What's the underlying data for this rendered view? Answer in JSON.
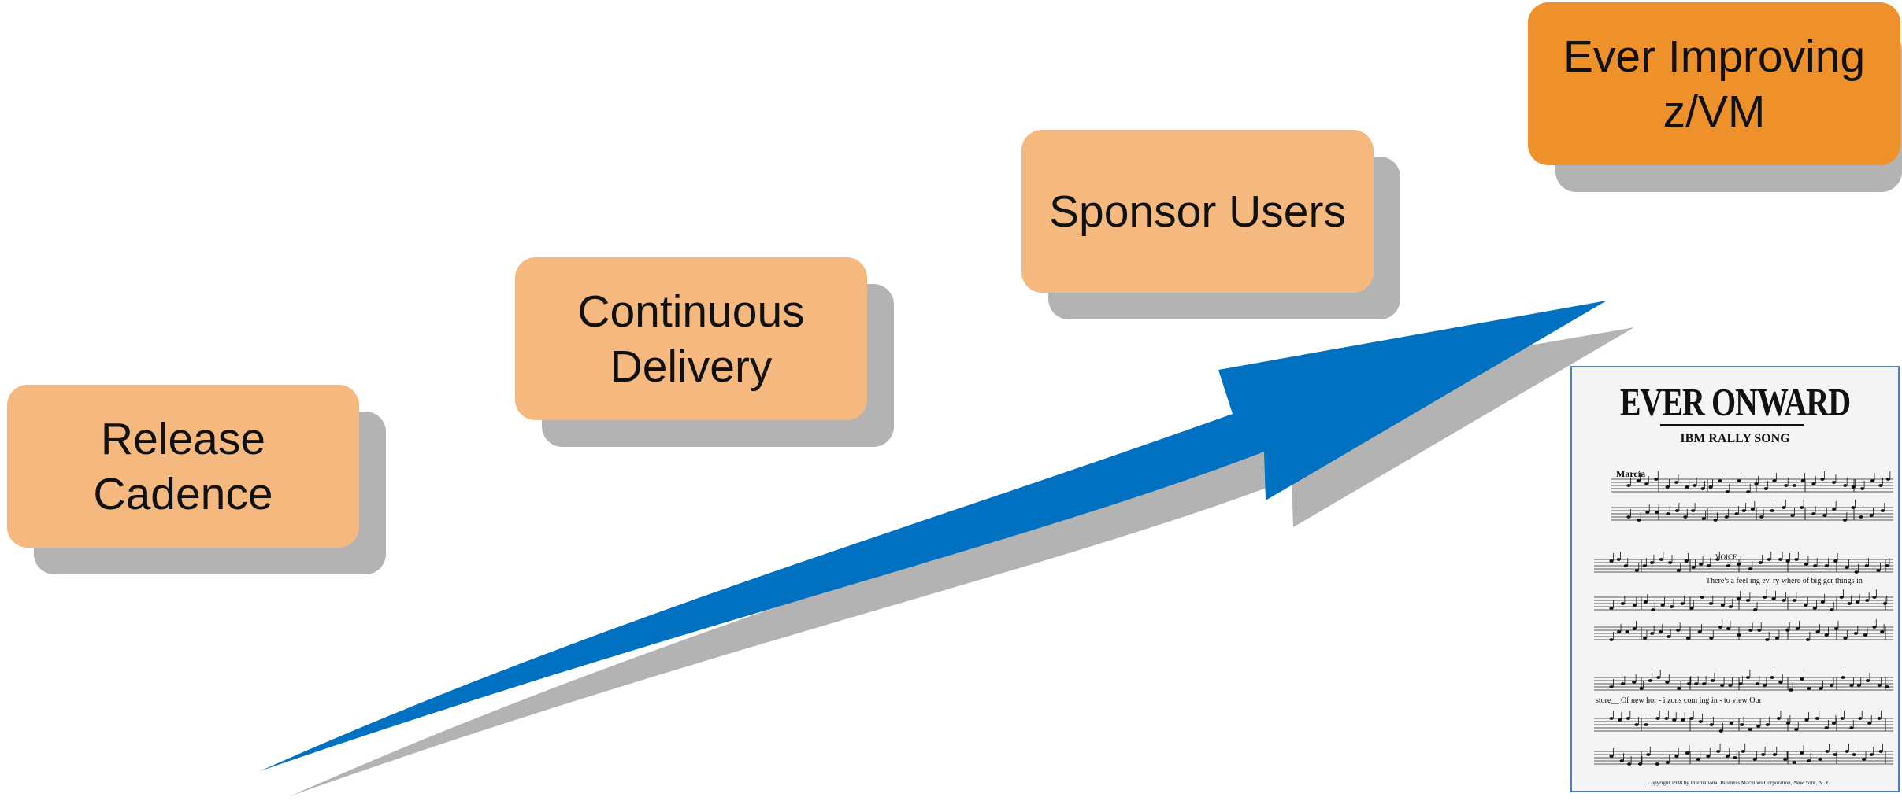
{
  "boxes": [
    {
      "id": "release-cadence",
      "lines": [
        "Release",
        "Cadence"
      ],
      "fill": "#f5b97f"
    },
    {
      "id": "continuous-delivery",
      "lines": [
        "Continuous",
        "Delivery"
      ],
      "fill": "#f5b97f"
    },
    {
      "id": "sponsor-users",
      "lines": [
        "Sponsor Users"
      ],
      "fill": "#f5b97f"
    },
    {
      "id": "ever-improving",
      "lines": [
        "Ever Improving",
        "z/VM"
      ],
      "fill": "#ef912a"
    }
  ],
  "arrow": {
    "color": "#0070c0",
    "shadow_color": "#b3b3b3"
  },
  "sheet_music": {
    "title": "EVER ONWARD",
    "subtitle": "IBM RALLY SONG",
    "tempo": "Marcia",
    "voice": "VOICE",
    "lyric_line_1": "There's a feel  ing ev' ry  where of big ger things in",
    "lyric_line_2": "store__   Of  new hor - i  zons com   ing in - to     view         Our",
    "copyright": "Copyright 1938 by International Business Machines Corporation, New York, N. Y."
  }
}
